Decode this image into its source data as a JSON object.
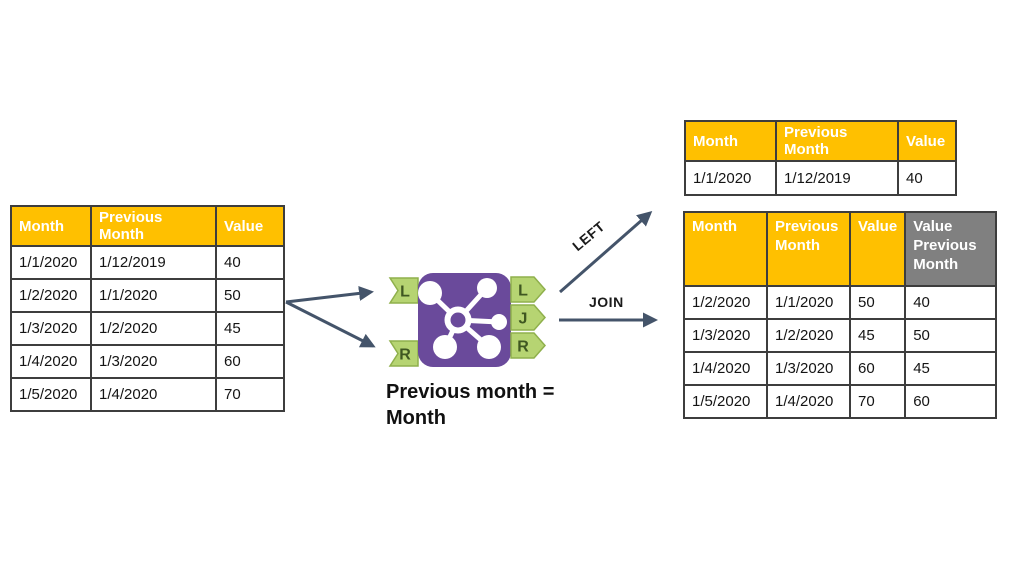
{
  "colors": {
    "table_header_orange": "#FFC000",
    "table_header_gray": "#808080",
    "header_text": "#FFFFFF",
    "table_border": "#3d3d3d",
    "arrow": "#44546A",
    "tool_purple": "#6A4A9B",
    "anchor_green": "#B6D472",
    "anchor_outline": "#8FB04C",
    "anchor_letter": "#3F5721"
  },
  "input_table": {
    "headers": [
      "Month",
      "Previous Month",
      "Value"
    ],
    "rows": [
      [
        "1/1/2020",
        "1/12/2019",
        "40"
      ],
      [
        "1/2/2020",
        "1/1/2020",
        "50"
      ],
      [
        "1/3/2020",
        "1/2/2020",
        "45"
      ],
      [
        "1/4/2020",
        "1/3/2020",
        "60"
      ],
      [
        "1/5/2020",
        "1/4/2020",
        "70"
      ]
    ]
  },
  "left_output_table": {
    "headers": [
      "Month",
      "Previous Month",
      "Value"
    ],
    "rows": [
      [
        "1/1/2020",
        "1/12/2019",
        "40"
      ]
    ]
  },
  "join_output_table": {
    "headers": [
      "Month",
      "Previous Month",
      "Value",
      "Value Previous Month"
    ],
    "rows": [
      [
        "1/2/2020",
        "1/1/2020",
        "50",
        "40"
      ],
      [
        "1/3/2020",
        "1/2/2020",
        "45",
        "50"
      ],
      [
        "1/4/2020",
        "1/3/2020",
        "60",
        "45"
      ],
      [
        "1/5/2020",
        "1/4/2020",
        "70",
        "60"
      ]
    ]
  },
  "join_tool": {
    "input_anchors": [
      "L",
      "R"
    ],
    "output_anchors": [
      "L",
      "J",
      "R"
    ],
    "caption_line1": "Previous month =",
    "caption_line2": "Month"
  },
  "arrow_labels": {
    "left": "LEFT",
    "join": "JOIN"
  }
}
